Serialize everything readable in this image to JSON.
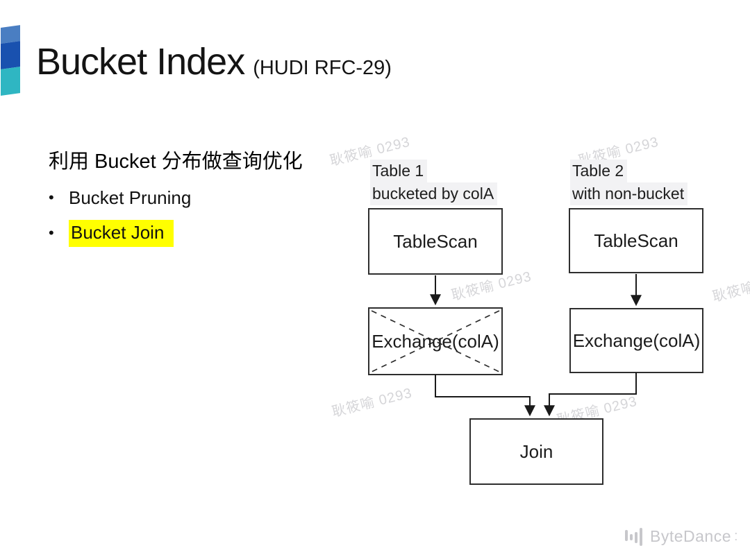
{
  "slide": {
    "title": "Bucket Index",
    "title_suffix": "(HUDI RFC-29)",
    "section_heading": "利用 Bucket 分布做查询优化",
    "bullet_marker": "•",
    "bullets": [
      {
        "label": "Bucket Pruning",
        "highlighted": false
      },
      {
        "label": "Bucket Join",
        "highlighted": true
      }
    ],
    "highlight_color": "#ffff00"
  },
  "diagram": {
    "table1": {
      "line1": "Table 1",
      "line2": "bucketed by colA"
    },
    "table2": {
      "line1": "Table 2",
      "line2": "with non-bucket"
    },
    "nodes": {
      "tablescan1": "TableScan",
      "tablescan2": "TableScan",
      "exchange1": "Exchange(colA)",
      "exchange2": "Exchange(colA)",
      "join": "Join"
    },
    "exchange1_crossed_out": true
  },
  "watermark_text": "耿筱喻 0293",
  "footer": {
    "brand": "ByteDance",
    "cropped_glyph": ":"
  },
  "colors": {
    "logo_top": "#4a7ec2",
    "logo_mid": "#1951af",
    "logo_bottom": "#2fb6c2",
    "watermark": "rgba(150,150,158,0.40)",
    "box_border": "#2e2e2e",
    "highlight": "#ffff00",
    "brand_gray": "#c7c7cb"
  }
}
